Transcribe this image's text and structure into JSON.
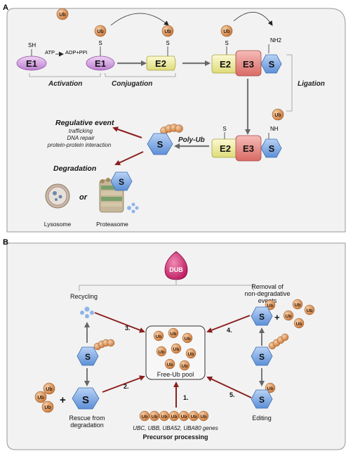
{
  "panel_a": {
    "label": "A",
    "ub": "Ub",
    "sh": "SH",
    "s": "S",
    "nh2": "NH2",
    "nh": "NH",
    "e1": "E1",
    "e2": "E2",
    "e3": "E3",
    "atp": "ATP",
    "adp": "ADP+PPi",
    "activation": "Activation",
    "conjugation": "Conjugation",
    "ligation": "Ligation",
    "poly_ub": "Poly-Ub",
    "regulative_title": "Regulative event",
    "regulative_items": [
      "trafficking",
      "DNA repair",
      "protein-protein interaction"
    ],
    "degradation": "Degradation",
    "or": "or",
    "lysosome": "Lysosome",
    "proteasome": "Proteasome"
  },
  "panel_b": {
    "label": "B",
    "dub": "DUB",
    "recycling": "Recycling",
    "removal": [
      "Removal of",
      "non-degradative",
      "events"
    ],
    "free_pool": "Free-Ub pool",
    "rescue": [
      "Rescue from",
      "degradation"
    ],
    "editing": "Editing",
    "genes": "UBC, UBB, UBA52, UBA80 genes",
    "precursor": "Precursor processing",
    "steps": [
      "1.",
      "2.",
      "3.",
      "4.",
      "5."
    ],
    "plus": "+"
  },
  "colors": {
    "e1": "#d9a8e4",
    "e2": "#f3f0a5",
    "e3": "#e98f8a",
    "substrate": "#8fb4e8",
    "ub": "#e3a26a",
    "dub": "#d62a72",
    "arrow_red": "#8b1f1f",
    "panel_bg": "#f2f2f2"
  }
}
